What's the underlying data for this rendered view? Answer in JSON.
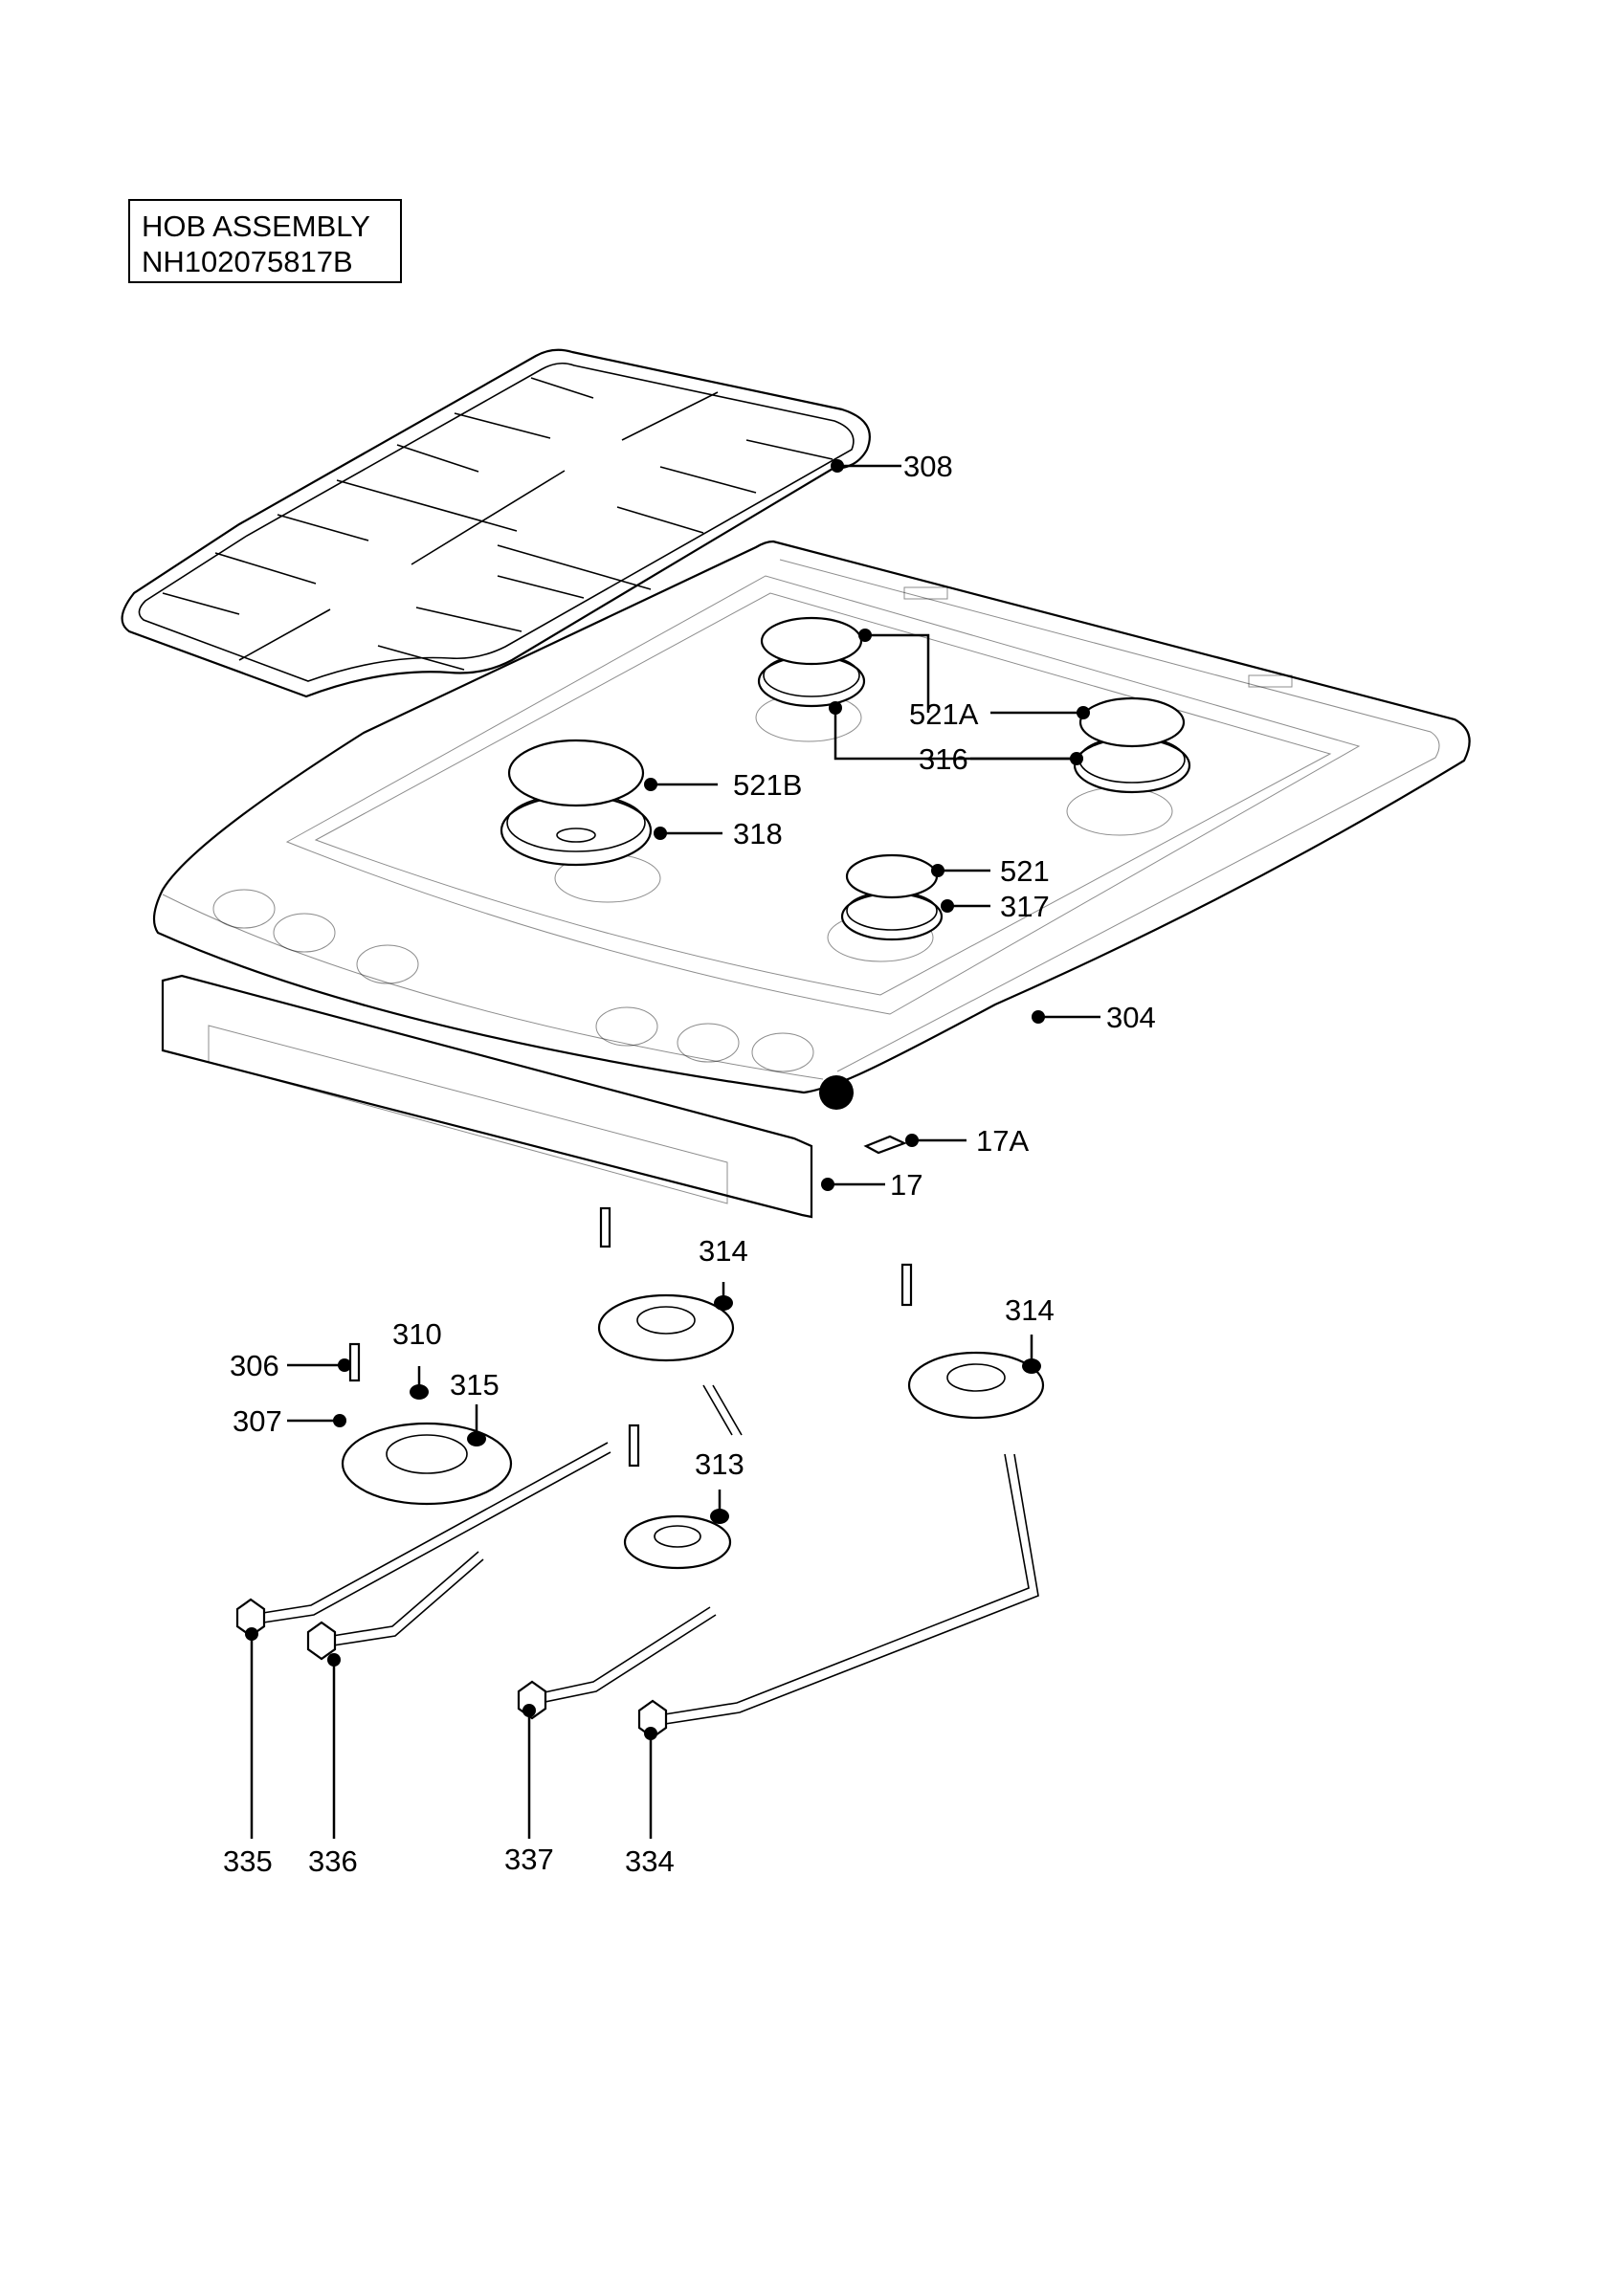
{
  "title": {
    "line1": "HOB ASSEMBLY",
    "line2": "NH102075817B"
  },
  "callouts": [
    {
      "id": "c308",
      "label": "308"
    },
    {
      "id": "c521A",
      "label": "521A"
    },
    {
      "id": "c316",
      "label": "316"
    },
    {
      "id": "c521B",
      "label": "521B"
    },
    {
      "id": "c318",
      "label": "318"
    },
    {
      "id": "c521",
      "label": "521"
    },
    {
      "id": "c317",
      "label": "317"
    },
    {
      "id": "c304",
      "label": "304"
    },
    {
      "id": "c17A",
      "label": "17A"
    },
    {
      "id": "c17",
      "label": "17"
    },
    {
      "id": "c314a",
      "label": "314"
    },
    {
      "id": "c314b",
      "label": "314"
    },
    {
      "id": "c306",
      "label": "306"
    },
    {
      "id": "c310",
      "label": "310"
    },
    {
      "id": "c315",
      "label": "315"
    },
    {
      "id": "c307",
      "label": "307"
    },
    {
      "id": "c313",
      "label": "313"
    },
    {
      "id": "c335",
      "label": "335"
    },
    {
      "id": "c336",
      "label": "336"
    },
    {
      "id": "c337",
      "label": "337"
    },
    {
      "id": "c334",
      "label": "334"
    }
  ]
}
